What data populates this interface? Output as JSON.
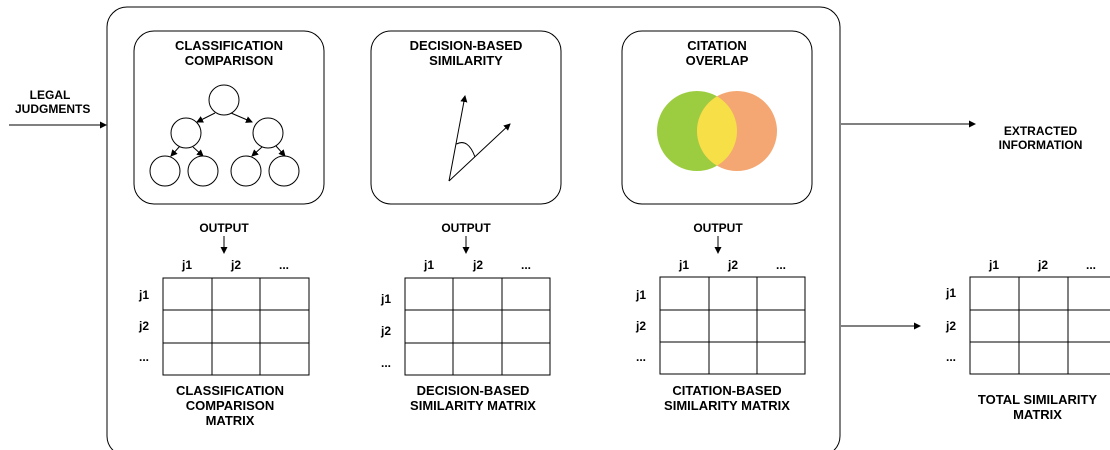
{
  "input_label": "LEGAL\nJUDGMENTS",
  "output_label": "EXTRACTED\nINFORMATION",
  "modules": [
    {
      "title": "CLASSIFICATION\nCOMPARISON",
      "output_label": "OUTPUT",
      "matrix_title": "CLASSIFICATION\nCOMPARISON\nMATRIX"
    },
    {
      "title": "DECISION-BASED\nSIMILARITY",
      "output_label": "OUTPUT",
      "matrix_title": "DECISION-BASED\nSIMILARITY MATRIX"
    },
    {
      "title": "CITATION\nOVERLAP",
      "output_label": "OUTPUT",
      "matrix_title": "CITATION-BASED\nSIMILARITY MATRIX"
    }
  ],
  "total_matrix_title": "TOTAL SIMILARITY\nMATRIX",
  "matrix_headers": {
    "cols": [
      "j1",
      "j2",
      "..."
    ],
    "rows": [
      "j1",
      "j2",
      "..."
    ]
  },
  "colors": {
    "venn_left": "#9ccd40",
    "venn_right": "#f4a772",
    "venn_overlap": "#f7df47",
    "line": "#000000"
  }
}
